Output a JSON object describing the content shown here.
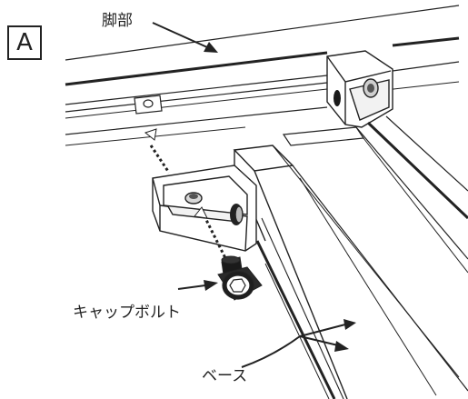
{
  "figure": {
    "panel_letter": "A",
    "labels": {
      "leg": "脚部",
      "bolt": "キャップボルト",
      "base": "ベース"
    }
  }
}
